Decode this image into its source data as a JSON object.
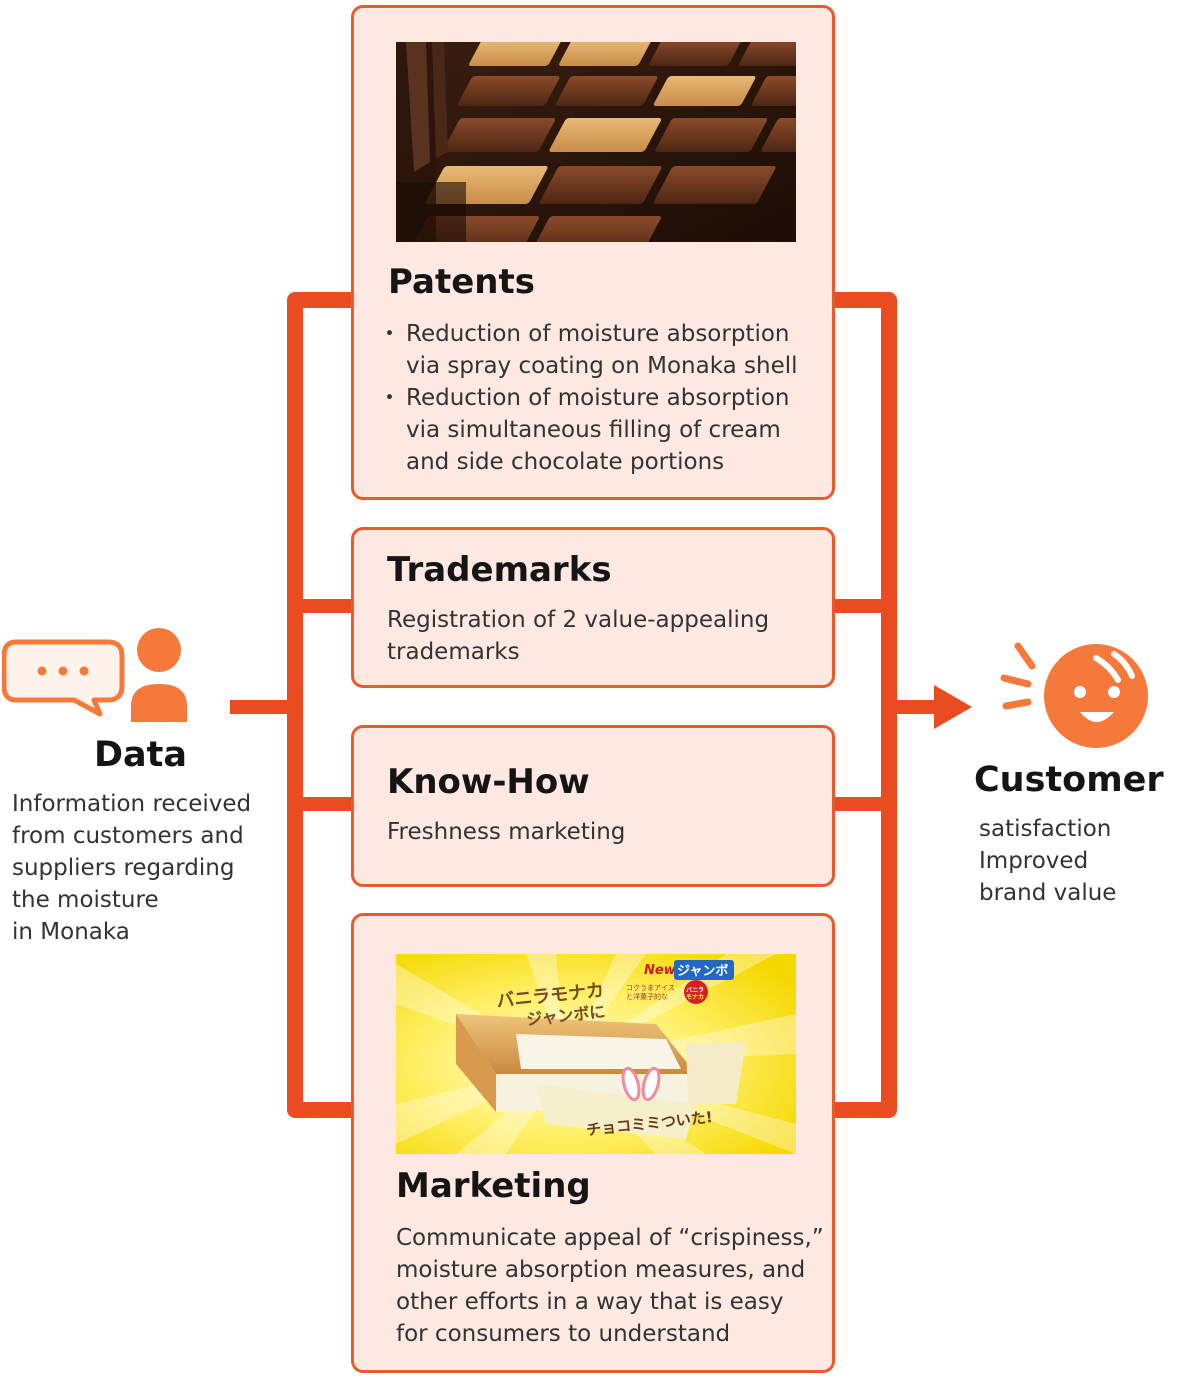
{
  "data_section": {
    "title": "Data",
    "lines": [
      "Information received",
      "from customers and",
      "suppliers regarding",
      "the moisture",
      "in Monaka"
    ]
  },
  "customer_section": {
    "title": "Customer",
    "lines": [
      "satisfaction",
      "Improved",
      "brand value"
    ]
  },
  "patents": {
    "title": "Patents",
    "bullet1": [
      "Reduction of moisture absorption",
      "via spray coating on Monaka shell"
    ],
    "bullet2": [
      "Reduction of moisture absorption",
      "via simultaneous filling of cream",
      "and side chocolate portions"
    ]
  },
  "trademarks": {
    "title": "Trademarks",
    "lines": [
      "Registration of 2 value-appealing",
      "trademarks"
    ]
  },
  "knowhow": {
    "title": "Know-How",
    "lines": [
      "Freshness marketing"
    ]
  },
  "marketing": {
    "title": "Marketing",
    "lines": [
      "Communicate appeal of “crispiness,”",
      "moisture absorption measures, and",
      "other efforts in a way that is easy",
      "for consumers to understand"
    ],
    "ad": {
      "brand_new": "New",
      "brand_name": "ジャンボ",
      "headline1": "バニラモナカ",
      "headline2": "ジャンボに",
      "tagline": "チョコミミついた!",
      "small1": "コクうまアイス",
      "small2": "と洋菓子的な",
      "badge1": "バニラ",
      "badge2": "モナカ"
    }
  },
  "colors": {
    "accent": "#ea4c22",
    "box_fill": "#fde9e1",
    "icon_orange": "#f5793a"
  }
}
